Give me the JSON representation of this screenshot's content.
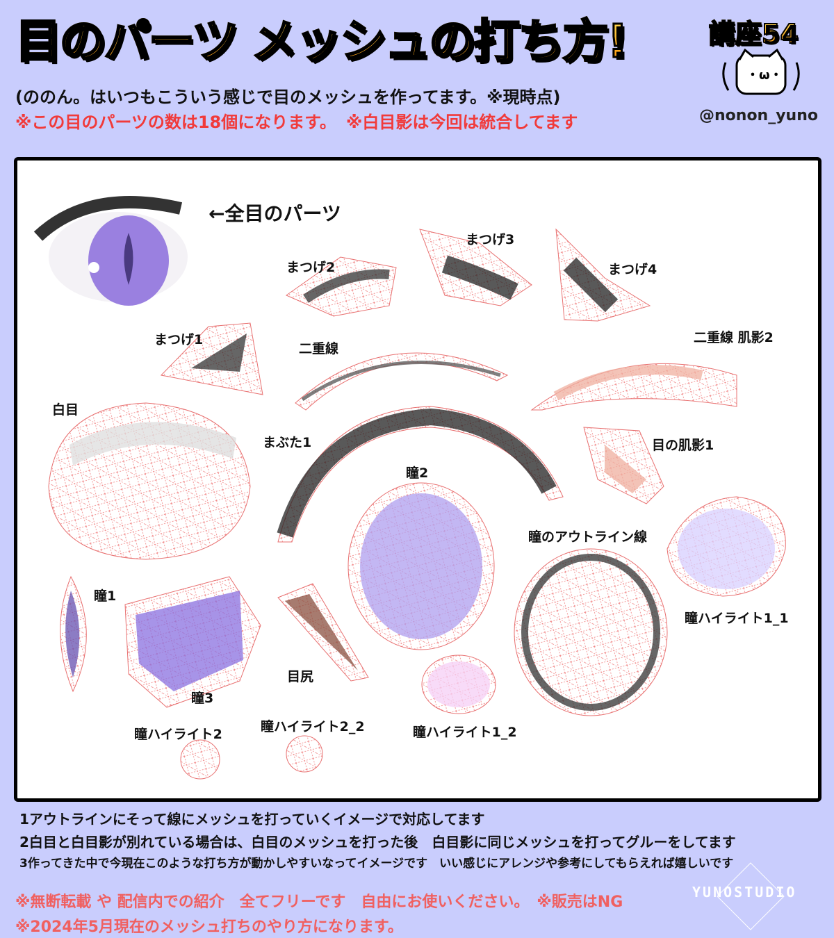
{
  "header": {
    "title": "目のパーツ メッシュの打ち方!",
    "lesson": "講座54",
    "subtitle": "(ののん。はいつもこういう感じで目のメッシュを作ってます。※現時点)",
    "note_parts": "※この目のパーツの数は18個になります。",
    "note_shadow": "※白目影は今回は統合してます",
    "handle": "@nonon_yuno"
  },
  "parts": {
    "all": "←全目のパーツ",
    "matsuge2": "まつげ2",
    "matsuge3": "まつげ3",
    "matsuge4": "まつげ4",
    "matsuge1": "まつげ1",
    "nijusen": "二重線",
    "nijusen_hadakage2": "二重線 肌影2",
    "shirome": "白目",
    "mabuta1": "まぶた1",
    "me_hadakage1": "目の肌影1",
    "hitomi2": "瞳2",
    "hitomi_outline": "瞳のアウトライン線",
    "hitomi1": "瞳1",
    "highlight1_1": "瞳ハイライト1_1",
    "mejiri": "目尻",
    "hitomi3": "瞳3",
    "highlight2": "瞳ハイライト2",
    "highlight2_2": "瞳ハイライト2_2",
    "highlight1_2": "瞳ハイライト1_2"
  },
  "notes": [
    "1アウトラインにそって線にメッシュを打っていくイメージで対応してます",
    "2白目と白目影が別れている場合は、白目のメッシュを打った後　白目影に同じメッシュを打ってグルーをしてます",
    "3作ってきた中で今現在このような打ち方が動かしやすいなってイメージです　いい感じにアレンジや参考にしてもらえれば嬉しいです"
  ],
  "footer": {
    "free_use": "※無断転載 や 配信内での紹介　全てフリーです　自由にお使いください。　※販売はNG",
    "date_note": "※2024年5月現在のメッシュ打ちのやり方になります。",
    "studio": "YUNOSTUDIO"
  },
  "colors": {
    "background": "#c9cdfd",
    "accent_red": "#f13a3a",
    "mesh": "#f08080",
    "iris": "#a898f0"
  }
}
